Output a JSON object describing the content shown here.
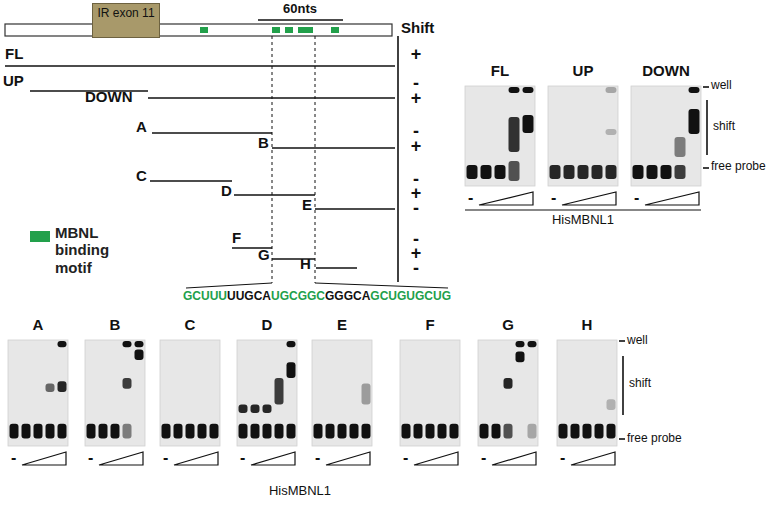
{
  "diagram": {
    "nodes": [
      {
        "text": [
          "IR exon 11"
        ]
      },
      {
        "text": [
          "FL"
        ]
      },
      {
        "text": [
          "UP"
        ]
      },
      {
        "text": [
          "DOWN"
        ]
      },
      {
        "text": [
          "A"
        ]
      },
      {
        "text": [
          "B"
        ]
      },
      {
        "text": [
          "C"
        ]
      },
      {
        "text": [
          "D"
        ]
      },
      {
        "text": [
          "E"
        ]
      },
      {
        "text": [
          "F"
        ]
      },
      {
        "text": [
          "G"
        ]
      },
      {
        "text": [
          "H"
        ]
      }
    ],
    "labels": [
      "60nts",
      "Shift",
      "FL",
      "+",
      "UP",
      "-",
      "DOWN",
      "+",
      "A",
      "-",
      "B",
      "+",
      "C",
      "-",
      "D",
      "+",
      "E",
      "-",
      "F",
      "-",
      "G",
      "+",
      "H",
      "-",
      "GCUUU",
      "UUGCA",
      "UGCGGC",
      "GGGCA",
      "GCUGUGCUG",
      "well",
      "shift",
      "free probe",
      "HisMBNL1",
      "-",
      "-",
      "-",
      "well",
      "shift",
      "free probe",
      "-",
      "-",
      "-",
      "-",
      "-",
      "-",
      "-",
      "-",
      "HisMBNL1"
    ],
    "legend": [
      {
        "text": "MBNL binding motif",
        "color": "#22a04b"
      }
    ]
  }
}
